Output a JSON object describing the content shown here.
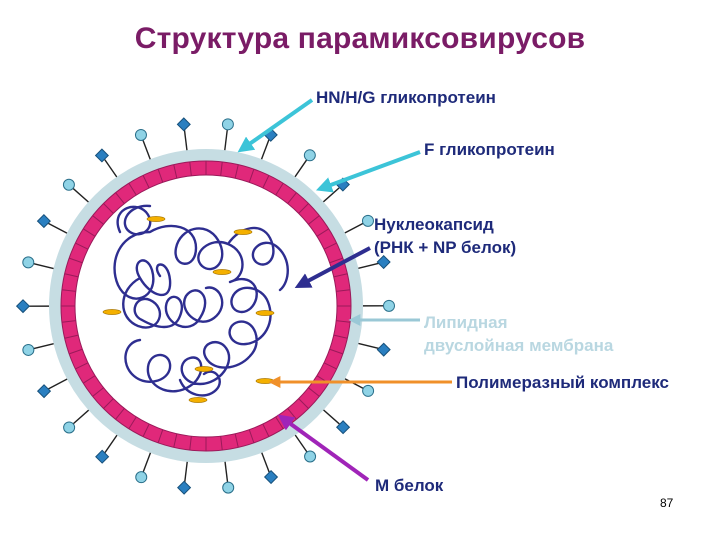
{
  "title": "Структура парамиксовирусов",
  "labels": {
    "hn_glycoprotein": "HN/H/G гликопротеин",
    "f_glycoprotein": "F гликопротеин",
    "nucleocapsid_line1": "Нуклеокапсид",
    "nucleocapsid_line2": "(РНК + NP белок)",
    "lipid_line1": "Липидная",
    "lipid_line2": "двуслойная мембрана",
    "polymerase": "Полимеразный комплекс",
    "m_protein": "М белок"
  },
  "page_number": "87",
  "colors": {
    "title": "#7a1c66",
    "label_text": "#1e2a7a",
    "lipid_label": "#b9d7e1",
    "lipid_membrane": "#c6dde3",
    "m_protein_layer": "#e0287a",
    "nucleocapsid": "#2e2e90",
    "polymerase": "#f4b000",
    "hn_spike": "#3f9fd0",
    "f_spike": "#2a7fc0",
    "arrow_hn": "#3cc4d8",
    "arrow_nc": "#2e2e90",
    "arrow_lipid": "#9ac8d6",
    "arrow_polymerase": "#f0902a",
    "arrow_m": "#a024b8"
  },
  "icons": {
    "hn_spike": "circle-head-spike",
    "f_spike": "diamond-head-spike"
  }
}
